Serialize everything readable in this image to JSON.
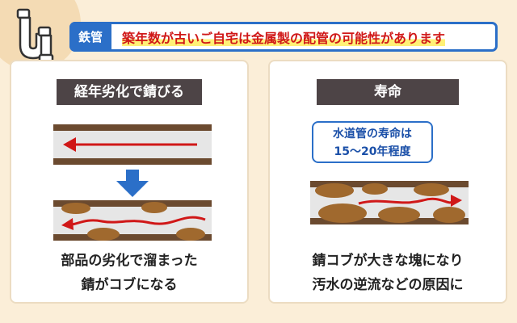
{
  "header": {
    "tag": "鉄管",
    "message": "築年数が古いご自宅は金属製の配管の可能性があります"
  },
  "left_panel": {
    "title": "経年劣化で錆びる",
    "caption_line1": "部品の劣化で溜まった",
    "caption_line2": "錆がコブになる"
  },
  "right_panel": {
    "title": "寿命",
    "lifespan_line1": "水道管の寿命は",
    "lifespan_line2": "15〜20年程度",
    "caption_line1": "錆コブが大きな塊になり",
    "caption_line2": "汚水の逆流などの原因に"
  },
  "colors": {
    "accent_blue": "#2b6fc8",
    "alert_red": "#d01818",
    "rust_brown": "#a0692e",
    "pipe_wall": "#6b4a2f",
    "panel_title_bg": "#4d4446"
  }
}
